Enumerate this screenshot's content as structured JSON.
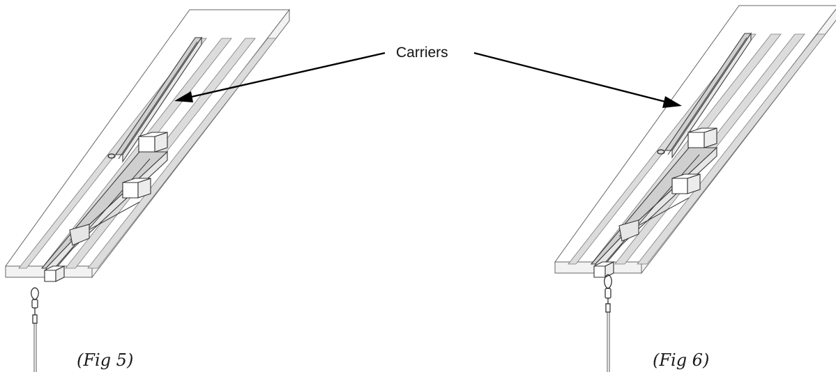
{
  "callout": {
    "label": "Carriers"
  },
  "figures": [
    {
      "caption": "(Fig 5)"
    },
    {
      "caption": "(Fig 6)"
    }
  ],
  "colors": {
    "line": "#3a3a3a",
    "stripe": "#dcdcdc",
    "background": "#ffffff"
  }
}
